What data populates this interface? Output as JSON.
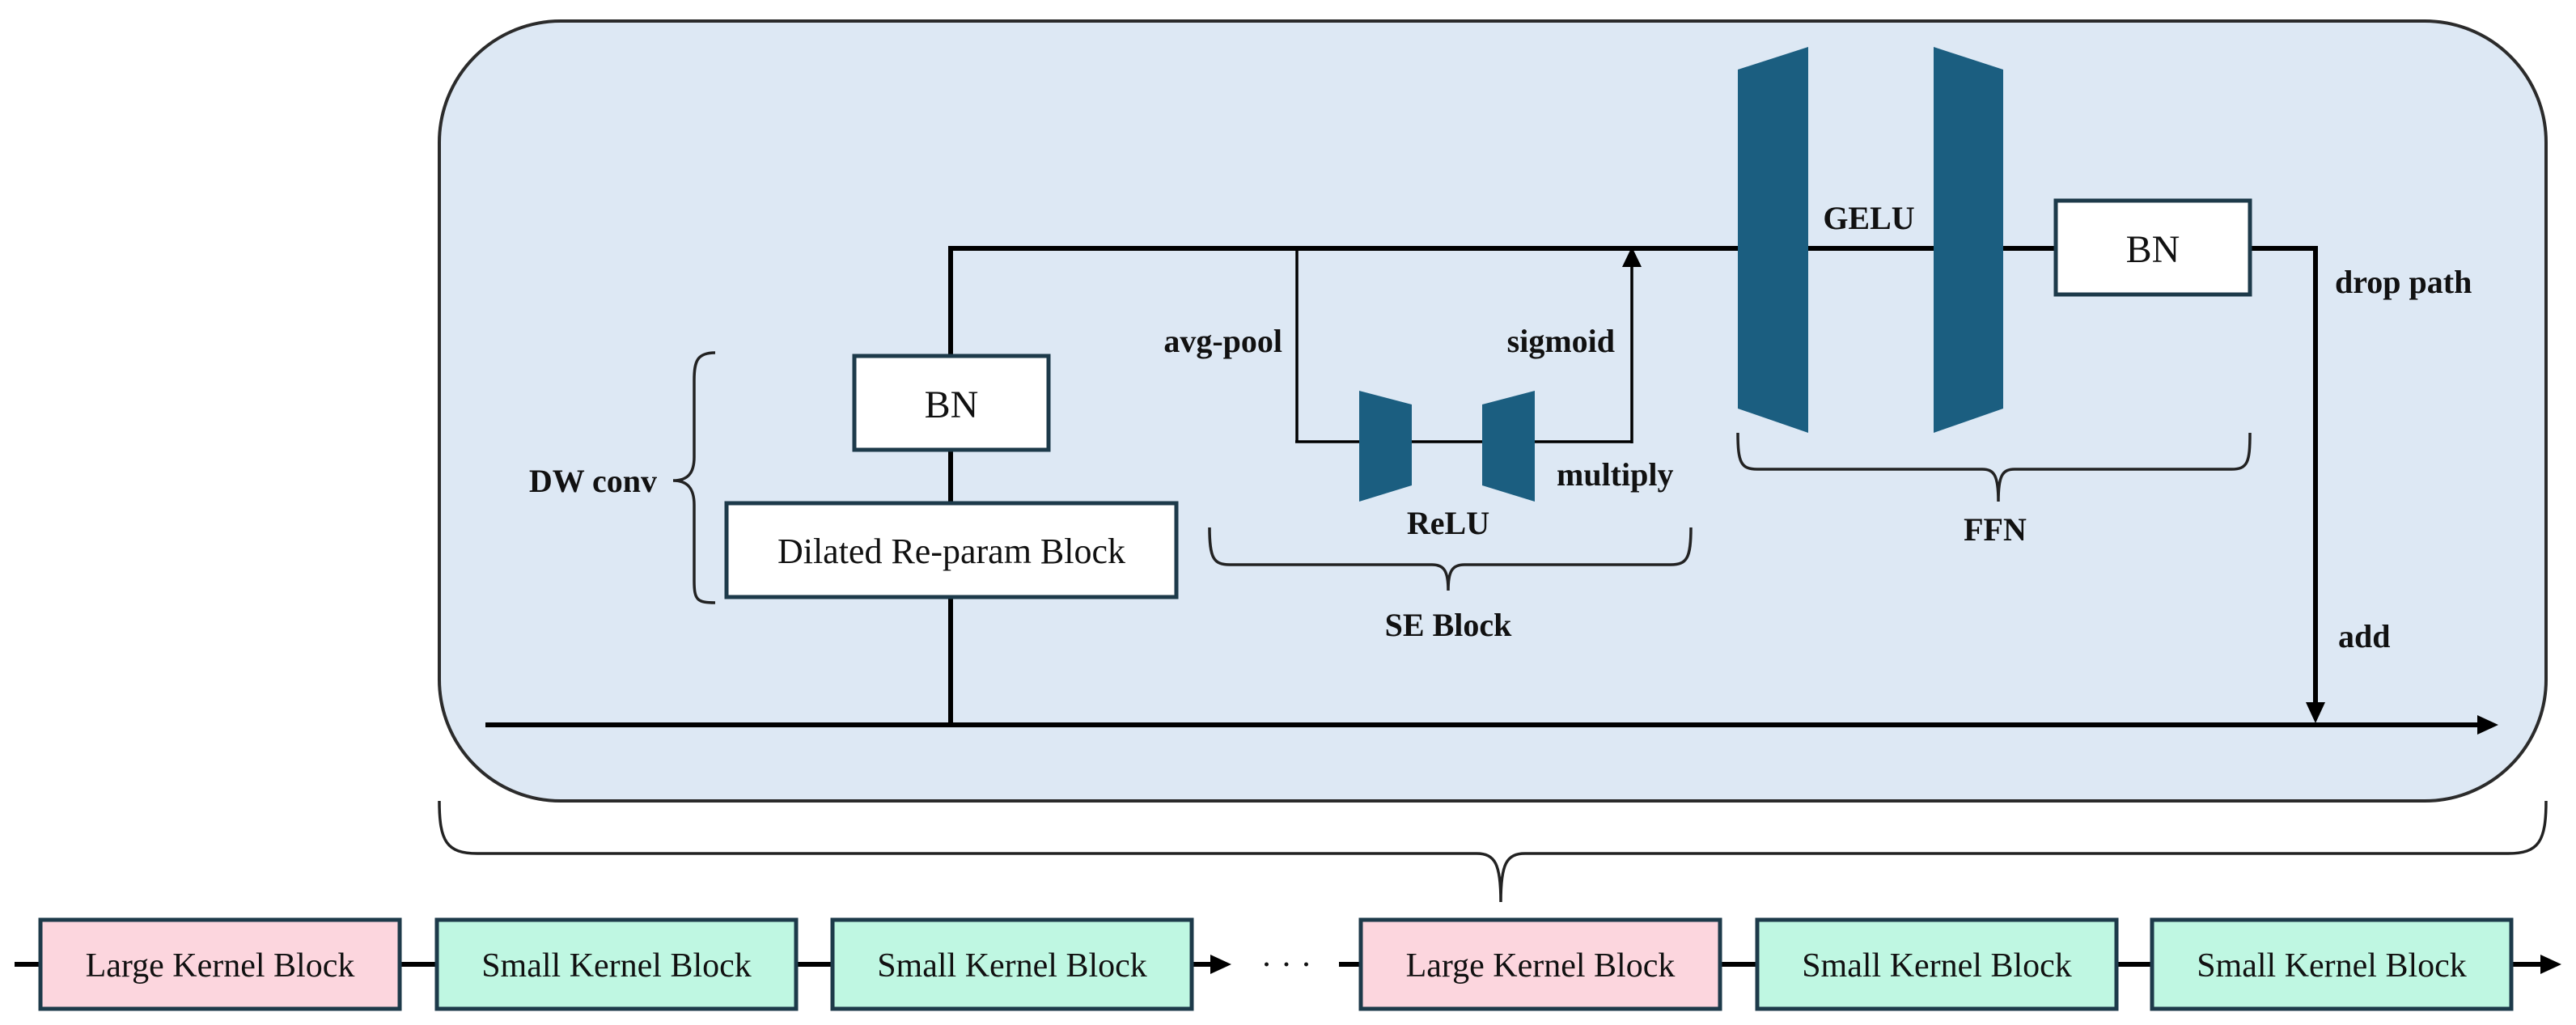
{
  "detail": {
    "bn_left": "BN",
    "dilated_block": "Dilated Re-param Block",
    "dw_conv": "DW conv",
    "avg_pool": "avg-pool",
    "sigmoid": "sigmoid",
    "relu": "ReLU",
    "multiply": "multiply",
    "se_block": "SE Block",
    "gelu": "GELU",
    "bn_right": "BN",
    "ffn": "FFN",
    "drop_path": "drop path",
    "add": "add"
  },
  "chain": {
    "blocks": [
      {
        "label": "Large Kernel Block",
        "kind": "large"
      },
      {
        "label": "Small Kernel Block",
        "kind": "small"
      },
      {
        "label": "Small Kernel Block",
        "kind": "small"
      },
      {
        "label": "Large Kernel Block",
        "kind": "large"
      },
      {
        "label": "Small Kernel Block",
        "kind": "small"
      },
      {
        "label": "Small Kernel Block",
        "kind": "small"
      }
    ],
    "ellipsis": "· · ·"
  },
  "colors": {
    "panel_fill": "#dde8f4",
    "panel_stroke": "#2b2b2b",
    "trapezoid": "#1b5e80",
    "large_block": "#fcd6de",
    "small_block": "#bff7e2",
    "box_stroke": "#1d3a4a"
  }
}
